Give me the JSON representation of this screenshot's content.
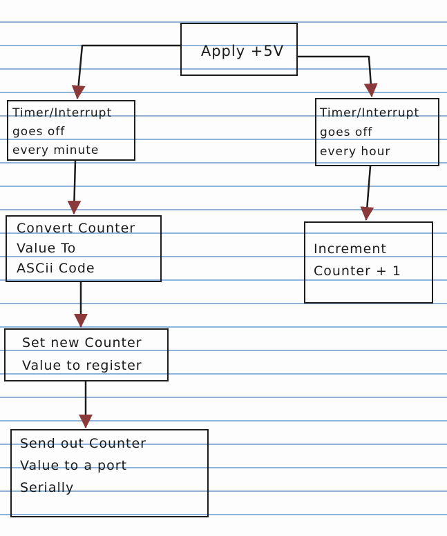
{
  "diagram": {
    "nodes": [
      {
        "id": "apply-5v",
        "lines": [
          "Apply +5V"
        ]
      },
      {
        "id": "timer-minute",
        "lines": [
          "Timer/Interrupt",
          "goes   off",
          "every minute"
        ]
      },
      {
        "id": "timer-hour",
        "lines": [
          "Timer/Interrupt",
          "goes off",
          "every hour"
        ]
      },
      {
        "id": "convert-counter",
        "lines": [
          "Convert Counter",
          "Value  To",
          "ASCii Code"
        ]
      },
      {
        "id": "increment-counter",
        "lines": [
          "Increment",
          "Counter + 1"
        ]
      },
      {
        "id": "set-counter",
        "lines": [
          "Set new Counter",
          "Value to register"
        ]
      },
      {
        "id": "send-counter",
        "lines": [
          "Send out Counter",
          "Value to a port",
          "Serially"
        ]
      }
    ],
    "edges": [
      {
        "from": "apply-5v",
        "to": "timer-minute"
      },
      {
        "from": "apply-5v",
        "to": "timer-hour"
      },
      {
        "from": "timer-minute",
        "to": "convert-counter"
      },
      {
        "from": "timer-hour",
        "to": "increment-counter"
      },
      {
        "from": "convert-counter",
        "to": "set-counter"
      },
      {
        "from": "set-counter",
        "to": "send-counter"
      }
    ],
    "colors": {
      "box_border": "#1c1c1c",
      "text": "#1a1a1a",
      "connector": "#1c1c1c",
      "arrowhead": "#8a3a3a",
      "ruled_line": "#8fb3d9",
      "paper": "#fdfdfd"
    }
  }
}
